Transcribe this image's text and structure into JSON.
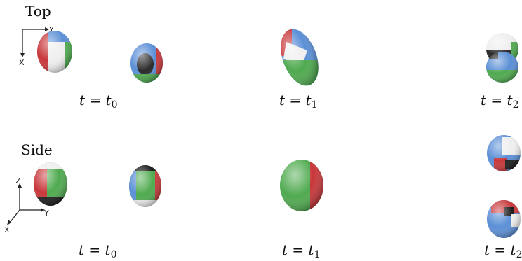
{
  "rows": {
    "top": {
      "label": "Top",
      "axes": {
        "horizontal": "Y",
        "vertical": "X"
      },
      "time_labels": [
        {
          "t": "t",
          "eq": "= t",
          "sub": "0"
        },
        {
          "t": "t",
          "eq": "= t",
          "sub": "1"
        },
        {
          "t": "t",
          "eq": "= t",
          "sub": "2"
        }
      ]
    },
    "side": {
      "label": "Side",
      "axes": {
        "vertical": "Z",
        "horizontal": "Y",
        "diagonal": "X"
      },
      "time_labels": [
        {
          "t": "t",
          "eq": "= t",
          "sub": "0"
        },
        {
          "t": "t",
          "eq": "= t",
          "sub": "1"
        },
        {
          "t": "t",
          "eq": "= t",
          "sub": "2"
        }
      ]
    }
  },
  "colors": {
    "red": "#c8373a",
    "green": "#4faa4f",
    "blue": "#5b8fd6",
    "white": "#eeeeee",
    "black": "#1c1c1c"
  }
}
